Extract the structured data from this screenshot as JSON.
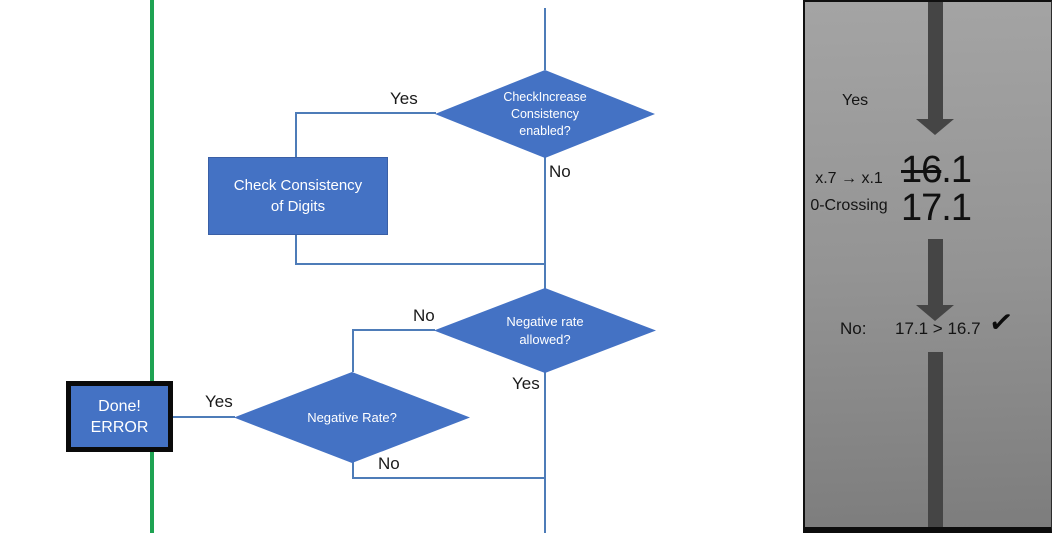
{
  "flowchart": {
    "decision_check_increase": {
      "line1": "CheckIncrease",
      "line2": "Consistency",
      "line3": "enabled?"
    },
    "process_check_consistency": {
      "line1": "Check Consistency",
      "line2": "of Digits"
    },
    "decision_negative_rate_allowed": {
      "line1": "Negative rate",
      "line2": "allowed?"
    },
    "decision_negative_rate": {
      "line1": "Negative Rate?"
    },
    "terminal_done_error": {
      "line1": "Done!",
      "line2": "ERROR"
    },
    "labels": {
      "check_increase_yes": "Yes",
      "check_increase_no": "No",
      "negative_rate_allowed_no": "No",
      "negative_rate_allowed_yes": "Yes",
      "negative_rate_yes": "Yes",
      "negative_rate_no": "No"
    }
  },
  "side_panel": {
    "yes_label": "Yes",
    "rule_line1": "x.7 → x.1",
    "rule_line2": "0-Crossing",
    "old_value_struck": "16",
    "old_value_tail": ".1",
    "new_value": "17.1",
    "result_label": "No:",
    "comparison": "17.1 > 16.7",
    "checkmark": "✓"
  },
  "colors": {
    "shape_blue": "#4472C4",
    "connector_blue": "#4E7CB8",
    "guide_green": "#1EA352",
    "arrow_gray": "#454545",
    "panel_gray_top": "#A4A4A4",
    "panel_gray_bottom": "#7D7D7D"
  }
}
